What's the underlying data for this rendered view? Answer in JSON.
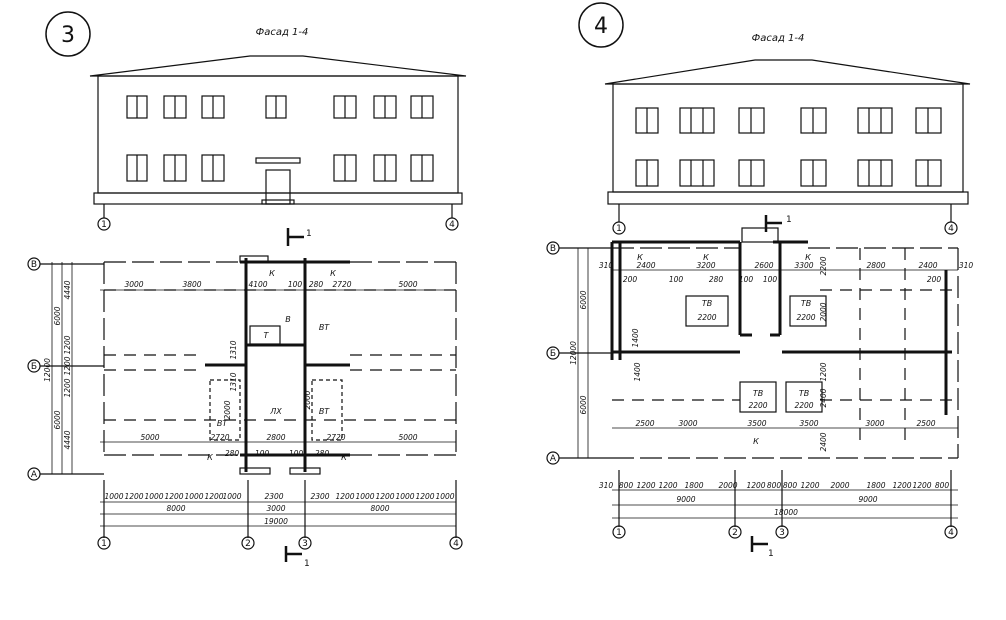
{
  "sheets": [
    {
      "number": "3",
      "facade_title": "Фасад 1-4",
      "section_mark": "1",
      "section_mark_bottom": "1",
      "axes_x": [
        "1",
        "2",
        "3",
        "4"
      ],
      "axes_y": [
        "В",
        "Б",
        "А"
      ],
      "left_dims": [
        "12000",
        "6000",
        "6000",
        "4440",
        "1200",
        "1200",
        "1200",
        "4440"
      ],
      "top_dims": [
        "3000",
        "3800",
        "4100",
        "100",
        "280",
        "2720",
        "5000"
      ],
      "bottom_dims": [
        "5000",
        "2720",
        "2800",
        "2720",
        "5000"
      ],
      "mid_dims": [
        "280",
        "100",
        "100",
        "280"
      ],
      "stair_dims": [
        "1310",
        "1310",
        "2000",
        "2000"
      ],
      "chain_dims": [
        "1000",
        "1200",
        "1000",
        "1200",
        "1000",
        "1200",
        "1000",
        "2300",
        "2300",
        "1200",
        "1000",
        "1200",
        "1000",
        "1200",
        "1000"
      ],
      "total_dims": [
        "8000",
        "3000",
        "8000"
      ],
      "overall_dim": "19000",
      "rooms": [
        "К",
        "К",
        "В",
        "Т",
        "ВТ",
        "ЛХ",
        "ВТ",
        "ВТ",
        "К",
        "К"
      ]
    },
    {
      "number": "4",
      "facade_title": "Фасад 1-4",
      "section_mark": "1",
      "section_mark_bottom": "1",
      "axes_x": [
        "1",
        "2",
        "3",
        "4"
      ],
      "axes_y": [
        "В",
        "Б",
        "А"
      ],
      "left_dims": [
        "12000",
        "6000",
        "6000"
      ],
      "top_dims": [
        "310",
        "2400",
        "3200",
        "2600",
        "3300",
        "2800",
        "2400",
        "310"
      ],
      "small_dims": [
        "200",
        "100",
        "280",
        "100",
        "100",
        "200",
        "2200",
        "2200",
        "1400",
        "1400",
        "2000",
        "2200",
        "2200",
        "2400",
        "1200",
        "2400",
        "2200"
      ],
      "bottom_dims": [
        "2500",
        "3000",
        "3500",
        "3500",
        "3000",
        "2500"
      ],
      "chain_dims": [
        "310",
        "800",
        "1200",
        "1200",
        "1800",
        "2000",
        "1200",
        "800",
        "800",
        "1200",
        "2000",
        "1800",
        "1200",
        "1200",
        "800"
      ],
      "total_dims": [
        "9000",
        "9000"
      ],
      "overall_dim": "18000",
      "rooms": [
        "К",
        "К",
        "К",
        "ТВ",
        "ТВ",
        "ТВ",
        "ТВ",
        "К"
      ]
    }
  ]
}
